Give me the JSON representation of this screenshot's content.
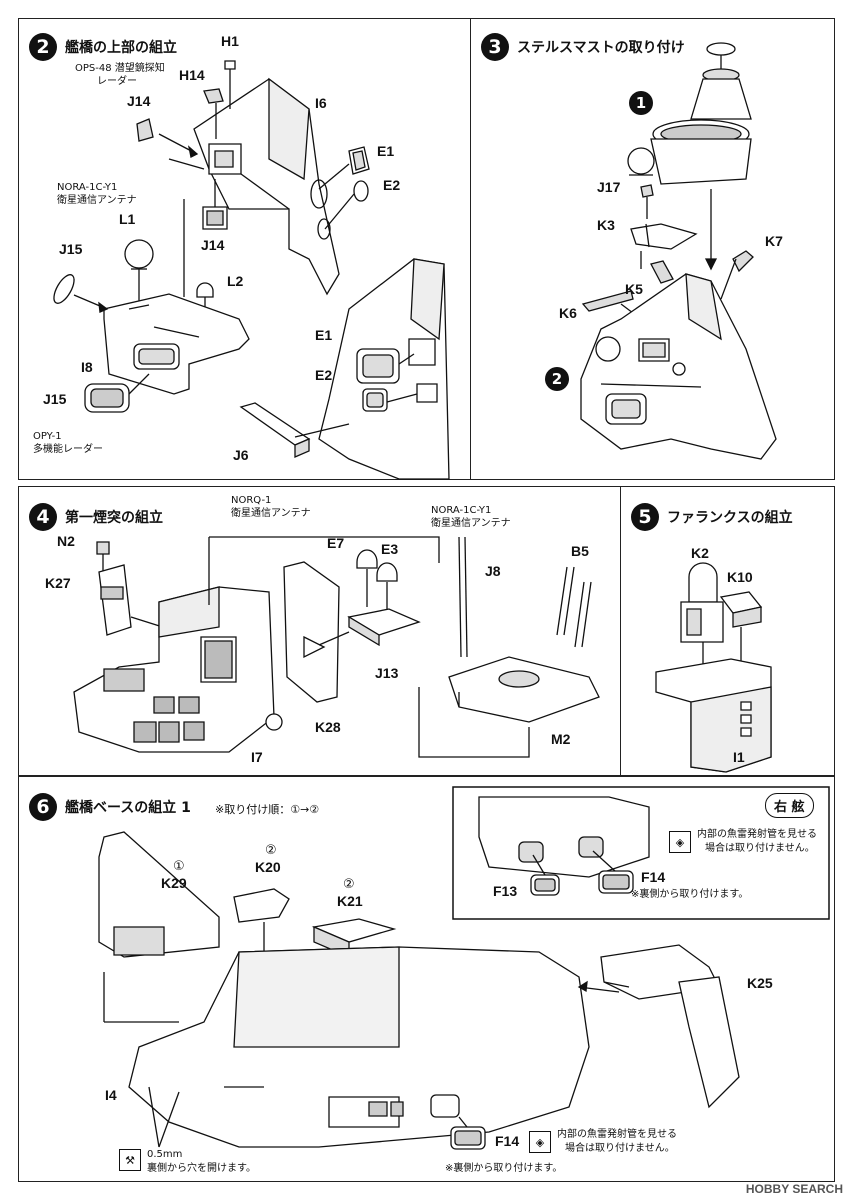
{
  "step2": {
    "number": "2",
    "title": "艦橋の上部の組立",
    "labels": {
      "h1": "H1",
      "h14": "H14",
      "j14a": "J14",
      "i6": "I6",
      "e1a": "E1",
      "e2a": "E2",
      "j14b": "J14",
      "l1": "L1",
      "j15a": "J15",
      "l2": "L2",
      "i8": "I8",
      "j15b": "J15",
      "e1b": "E1",
      "e2b": "E2",
      "j6": "J6"
    },
    "notes": {
      "ops48_1": "OPS-48 潜望鏡探知",
      "ops48_2": "レーダー",
      "nora_1": "NORA-1C-Y1",
      "nora_2": "衛星通信アンテナ",
      "opy_1": "OPY-1",
      "opy_2": "多機能レーダー"
    }
  },
  "step3": {
    "number": "3",
    "title": "ステルスマストの取り付け",
    "labels": {
      "j17": "J17",
      "k3": "K3",
      "k7": "K7",
      "k5": "K5",
      "k6": "K6"
    },
    "ref_badge_1": "1",
    "ref_badge_2": "2"
  },
  "step4": {
    "number": "4",
    "title": "第一煙突の組立",
    "labels": {
      "n2": "N2",
      "k27": "K27",
      "e7": "E7",
      "e3": "E3",
      "j13": "J13",
      "k28": "K28",
      "i7": "I7",
      "j8": "J8",
      "b5": "B5",
      "m2": "M2"
    },
    "notes": {
      "norq_1": "NORQ-1",
      "norq_2": "衛星通信アンテナ",
      "nora_1": "NORA-1C-Y1",
      "nora_2": "衛星通信アンテナ"
    }
  },
  "step5": {
    "number": "5",
    "title": "ファランクスの組立",
    "labels": {
      "k2": "K2",
      "k10": "K10",
      "i1": "I1"
    }
  },
  "step6": {
    "number": "6",
    "title": "艦橋ベースの組立 1",
    "order_note": "※取り付け順：①→②",
    "labels": {
      "k29": "K29",
      "k20": "K20",
      "k21": "K21",
      "k25": "K25",
      "i4": "I4",
      "f14": "F14"
    },
    "order_marks": {
      "k29": "①",
      "k20": "②",
      "k21": "②"
    },
    "drill_note_1": "0.5mm",
    "drill_note_2": "裏側から穴を開けます。",
    "torpedo_1": "内部の魚雷発射管を見せる",
    "torpedo_2": "場合は取り付けません。",
    "back_note": "※裏側から取り付けます。",
    "inset": {
      "side": "右 舷",
      "f13": "F13",
      "f14": "F14",
      "torpedo_1": "内部の魚雷発射管を見せる",
      "torpedo_2": "場合は取り付けません。",
      "back_note": "※裏側から取り付けます。"
    }
  },
  "watermark": "HOBBY SEARCH",
  "icons": {
    "drill": "drill-icon",
    "eye": "eye-icon",
    "arrow": "arrow-icon"
  }
}
